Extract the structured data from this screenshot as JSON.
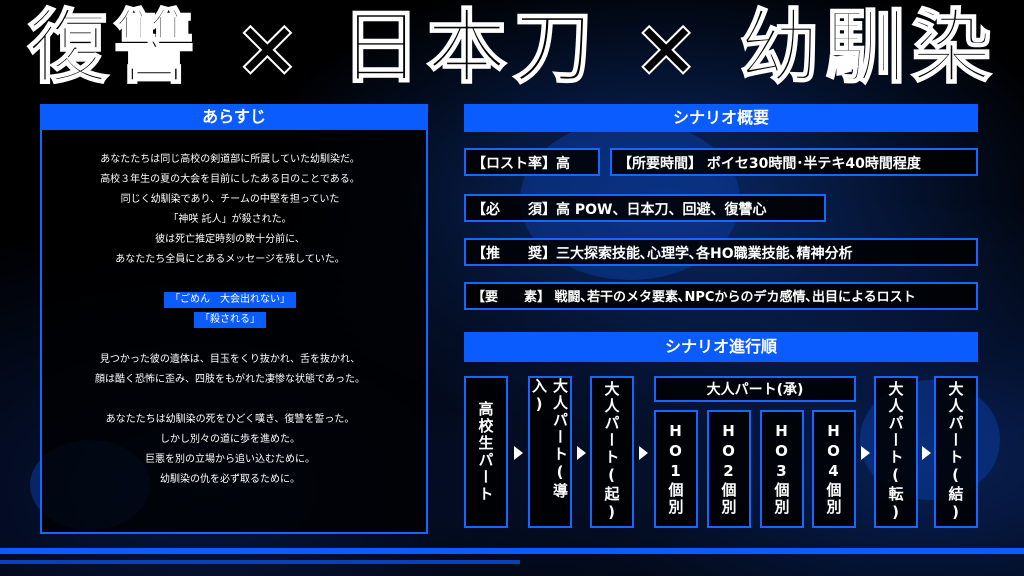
{
  "title": "復讐 × 日本刀 × 幼馴染",
  "synopsis": {
    "header": "あらすじ",
    "lines": [
      "あなたたちは同じ高校の剣道部に所属していた幼馴染だ。",
      "高校３年生の夏の大会を目前にしたある日のことである。",
      "同じく幼馴染であり、チームの中堅を担っていた",
      "「神咲 託人」が殺された。",
      "彼は死亡推定時刻の数十分前に、",
      "あなたたち全員にとあるメッセージを残していた。"
    ],
    "message1": "「ごめん　大会出れない」",
    "message2": "「殺される」",
    "lines2": [
      "見つかった彼の遺体は、目玉をくり抜かれ、舌を抜かれ、",
      "顔は酷く恐怖に歪み、四肢をもがれた凄惨な状態であった。"
    ],
    "lines3": [
      "あなたたちは幼馴染の死をひどく嘆き、復讐を誓った。",
      "しかし別々の道に歩を進めた。",
      "巨悪を別の立場から追い込むために。",
      "幼馴染の仇を必ず取るために。"
    ]
  },
  "overview": {
    "header": "シナリオ概要",
    "lost_rate": "【ロスト率】高",
    "time": "【所要時間】 ボイセ30時間･半テキ40時間程度",
    "required": "【必　　須】高 POW、日本刀、回避、復讐心",
    "recommended": "【推　　奨】三大探索技能､心理学､各HO職業技能､精神分析",
    "elements": "【要　　素】 戦闘､若干のメタ要素､NPCからのデカ感情､出目によるロスト"
  },
  "order": {
    "header": "シナリオ進行順",
    "group_label": "大人パート(承)",
    "steps": [
      "高校生パート",
      "大人パート(導入)",
      "大人パート(起)",
      "HO1個別",
      "HO2個別",
      "HO3個別",
      "HO4個別",
      "大人パート(転)",
      "大人パート(結)"
    ]
  },
  "colors": {
    "accent": "#0a5cff",
    "border": "#1766ff",
    "background": "#000000"
  }
}
